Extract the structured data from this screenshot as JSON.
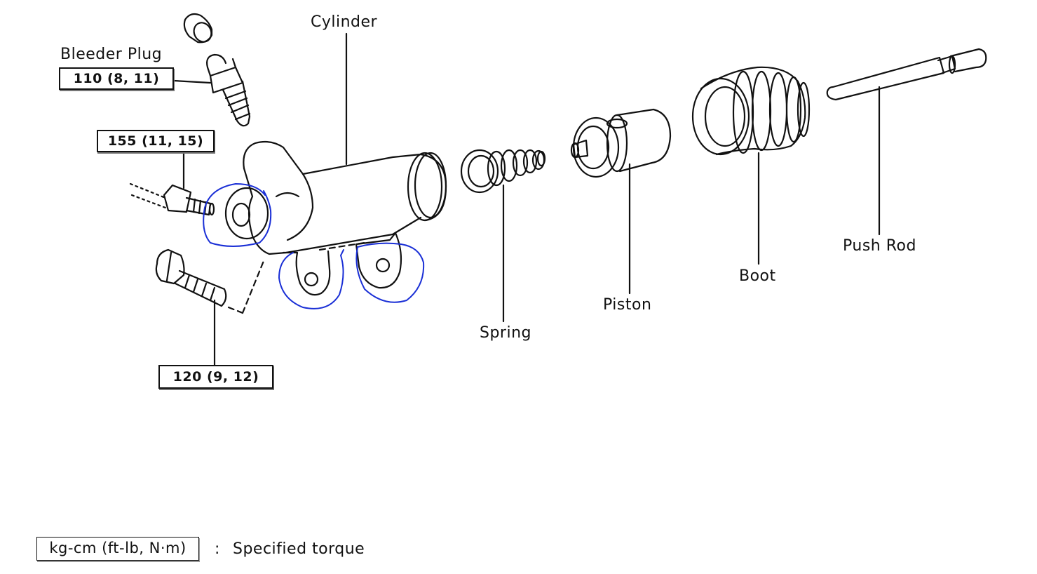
{
  "labels": {
    "cylinder": "Cylinder",
    "bleeder_plug": "Bleeder Plug",
    "spring": "Spring",
    "piston": "Piston",
    "boot": "Boot",
    "push_rod": "Push Rod"
  },
  "torques": {
    "bleeder": "110 (8,  11)",
    "line": "155 (11,  15)",
    "bolt": "120 (9,  12)"
  },
  "legend": {
    "unit": "kg-cm (ft-lb, N·m)",
    "separator": ":",
    "description": "Specified torque"
  },
  "colors": {
    "ink": "#111111",
    "annotation": "#1a2fd6"
  }
}
